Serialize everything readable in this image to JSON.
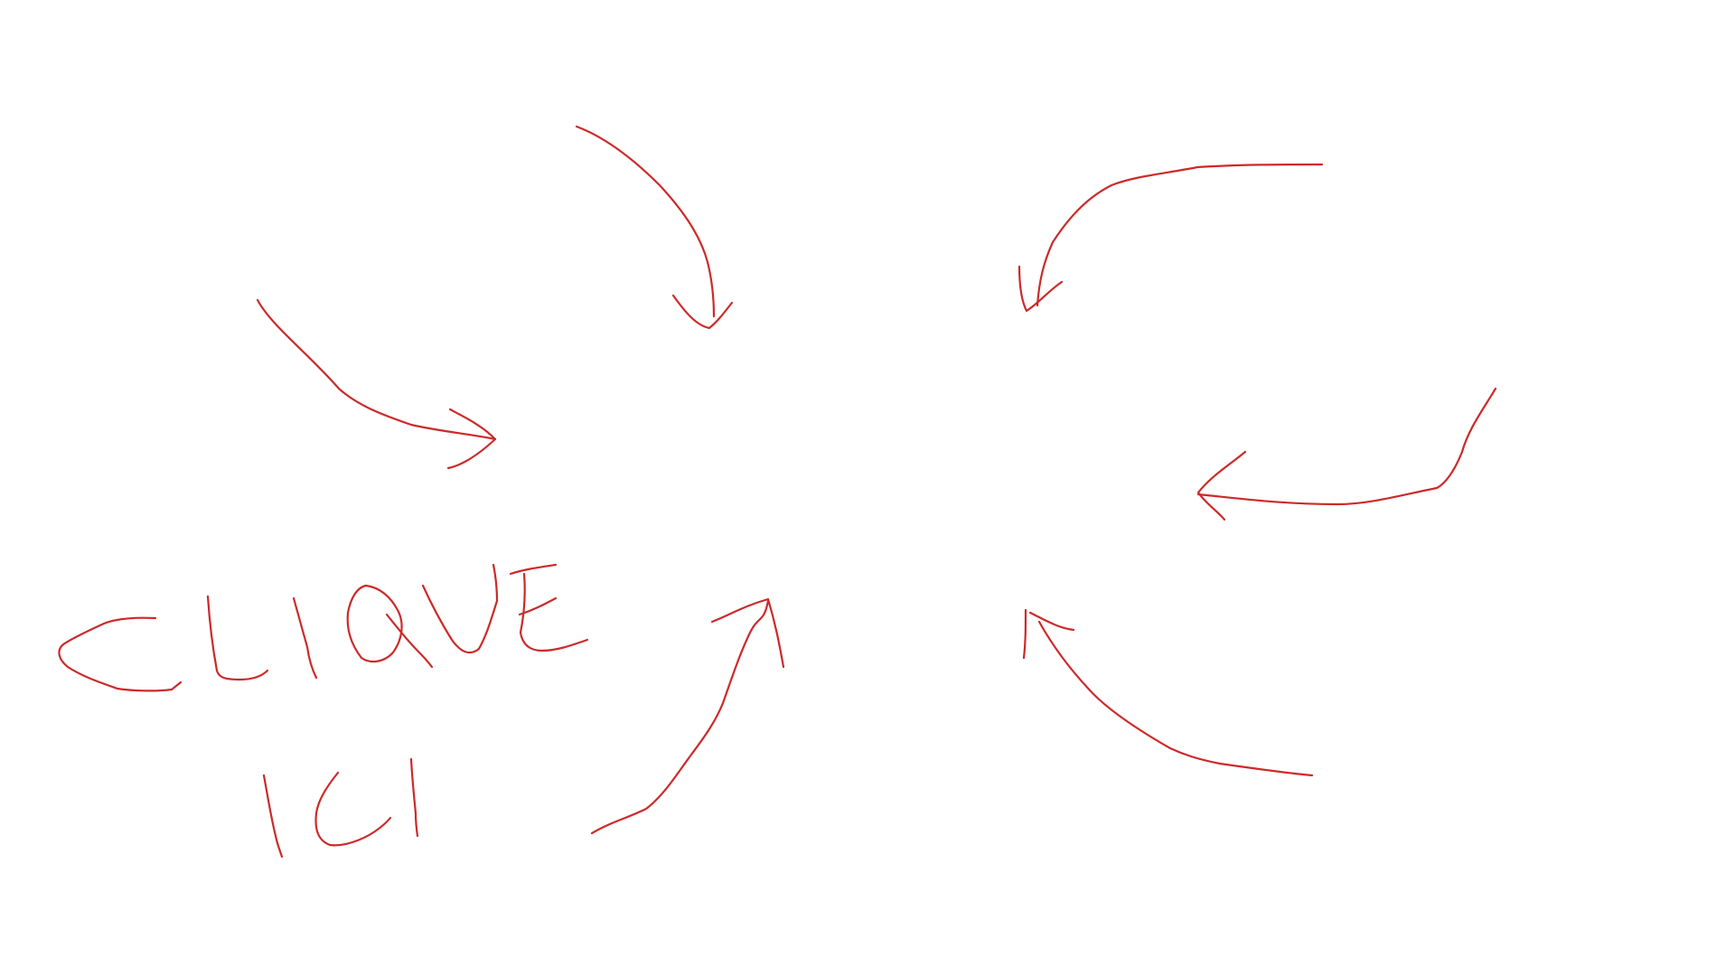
{
  "canvas": {
    "background": "#ffffff",
    "ink_color": "#cc2a2a"
  },
  "handwriting": {
    "line1": "CLIQUE",
    "line2": "ICI",
    "drawn_as": "freehand-strokes"
  },
  "arrows": [
    {
      "name": "arrow-top-left",
      "points_toward": "center"
    },
    {
      "name": "arrow-top-center",
      "points_toward": "center"
    },
    {
      "name": "arrow-top-right",
      "points_toward": "center"
    },
    {
      "name": "arrow-right",
      "points_toward": "center"
    },
    {
      "name": "arrow-bottom-center",
      "points_toward": "center"
    },
    {
      "name": "arrow-bottom-right",
      "points_toward": "center"
    }
  ]
}
